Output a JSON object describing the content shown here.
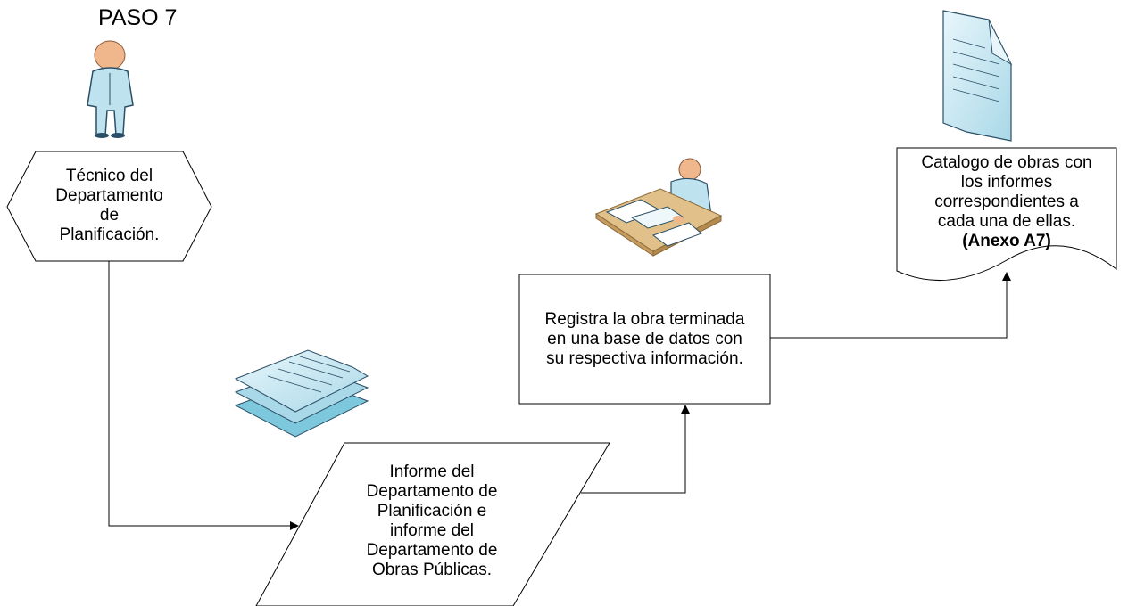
{
  "title": "PASO 7",
  "actor": {
    "lines": [
      "Técnico  del",
      "Departamento",
      "de",
      "Planificación."
    ]
  },
  "input_document": {
    "lines": [
      "Informe del",
      "Departamento de",
      "Planificación e",
      "informe del",
      "Departamento de",
      "Obras Públicas."
    ]
  },
  "process": {
    "lines": [
      "Registra la obra terminada",
      "en una base de datos con",
      "su respectiva información."
    ]
  },
  "output_document": {
    "lines": [
      "Catalogo de obras con",
      "los informes",
      "correspondientes a",
      "cada una de ellas."
    ],
    "annex": "(Anexo A7)"
  },
  "icons": [
    "person-icon",
    "documents-stack-icon",
    "person-at-desk-icon",
    "document-icon"
  ],
  "colors": {
    "icon_fill": "#bfe3ee",
    "icon_stroke": "#2b4f66",
    "skin": "#f0b68c",
    "desk": "#e2c08a",
    "line": "#000000"
  }
}
